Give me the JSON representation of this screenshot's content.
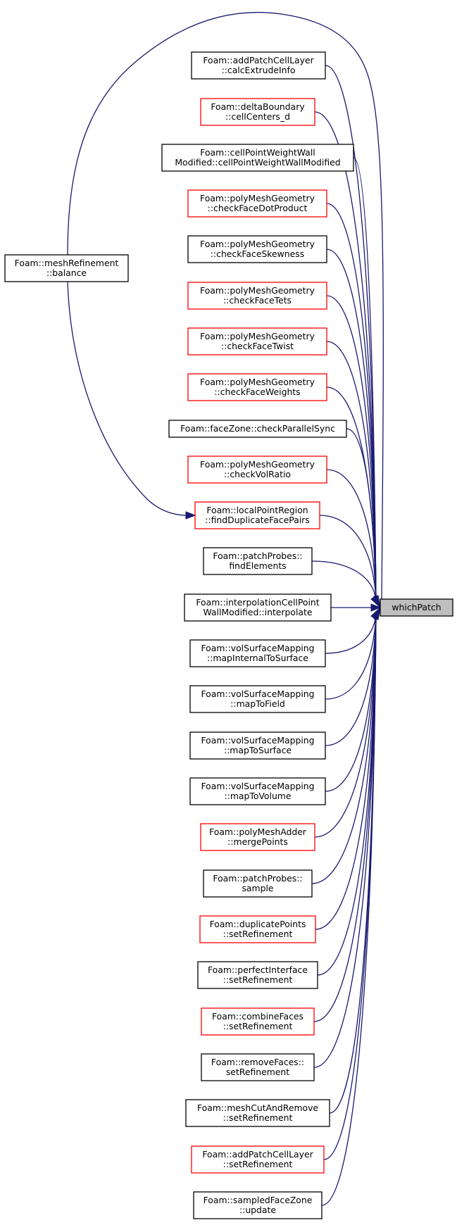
{
  "colors": {
    "edge": "#191970",
    "border_black": "#000000",
    "border_red": "#ff0000",
    "target_fill": "#bfbfbf"
  },
  "target": {
    "label": "whichPatch"
  },
  "balance_node": {
    "lines": [
      "Foam::meshRefinement",
      "::balance"
    ],
    "border": "black"
  },
  "callers": [
    {
      "lines": [
        "Foam::addPatchCellLayer",
        "::calcExtrudeInfo"
      ],
      "border": "black"
    },
    {
      "lines": [
        "Foam::deltaBoundary",
        "::cellCenters_d"
      ],
      "border": "red"
    },
    {
      "lines": [
        "Foam::cellPointWeightWall",
        "Modified::cellPointWeightWallModified"
      ],
      "border": "black"
    },
    {
      "lines": [
        "Foam::polyMeshGeometry",
        "::checkFaceDotProduct"
      ],
      "border": "red"
    },
    {
      "lines": [
        "Foam::polyMeshGeometry",
        "::checkFaceSkewness"
      ],
      "border": "black"
    },
    {
      "lines": [
        "Foam::polyMeshGeometry",
        "::checkFaceTets"
      ],
      "border": "red"
    },
    {
      "lines": [
        "Foam::polyMeshGeometry",
        "::checkFaceTwist"
      ],
      "border": "red"
    },
    {
      "lines": [
        "Foam::polyMeshGeometry",
        "::checkFaceWeights"
      ],
      "border": "red"
    },
    {
      "lines": [
        "Foam::faceZone::checkParallelSync"
      ],
      "border": "black"
    },
    {
      "lines": [
        "Foam::polyMeshGeometry",
        "::checkVolRatio"
      ],
      "border": "red"
    },
    {
      "lines": [
        "Foam::localPointRegion",
        "::findDuplicateFacePairs"
      ],
      "border": "red"
    },
    {
      "lines": [
        "Foam::patchProbes::",
        "findElements"
      ],
      "border": "black"
    },
    {
      "lines": [
        "Foam::interpolationCellPoint",
        "WallModified::interpolate"
      ],
      "border": "black"
    },
    {
      "lines": [
        "Foam::volSurfaceMapping",
        "::mapInternalToSurface"
      ],
      "border": "black"
    },
    {
      "lines": [
        "Foam::volSurfaceMapping",
        "::mapToField"
      ],
      "border": "black"
    },
    {
      "lines": [
        "Foam::volSurfaceMapping",
        "::mapToSurface"
      ],
      "border": "black"
    },
    {
      "lines": [
        "Foam::volSurfaceMapping",
        "::mapToVolume"
      ],
      "border": "black"
    },
    {
      "lines": [
        "Foam::polyMeshAdder",
        "::mergePoints"
      ],
      "border": "red"
    },
    {
      "lines": [
        "Foam::patchProbes::",
        "sample"
      ],
      "border": "black"
    },
    {
      "lines": [
        "Foam::duplicatePoints",
        "::setRefinement"
      ],
      "border": "red"
    },
    {
      "lines": [
        "Foam::perfectInterface",
        "::setRefinement"
      ],
      "border": "black"
    },
    {
      "lines": [
        "Foam::combineFaces",
        "::setRefinement"
      ],
      "border": "red"
    },
    {
      "lines": [
        "Foam::removeFaces::",
        "setRefinement"
      ],
      "border": "black"
    },
    {
      "lines": [
        "Foam::meshCutAndRemove",
        "::setRefinement"
      ],
      "border": "black"
    },
    {
      "lines": [
        "Foam::addPatchCellLayer",
        "::setRefinement"
      ],
      "border": "red"
    },
    {
      "lines": [
        "Foam::sampledFaceZone",
        "::update"
      ],
      "border": "black"
    }
  ]
}
